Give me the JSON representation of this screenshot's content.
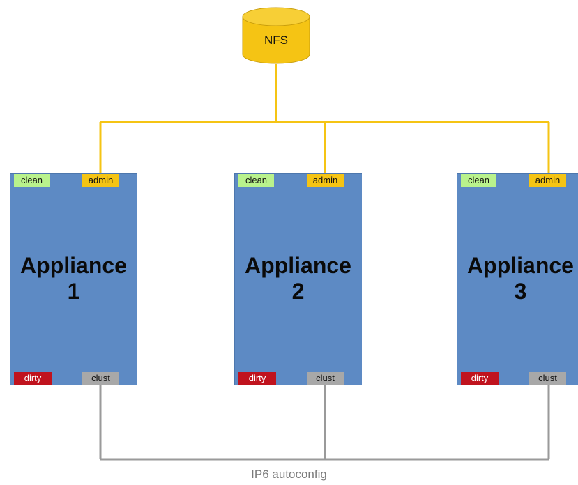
{
  "nfs": {
    "label": "NFS"
  },
  "appliances": [
    {
      "title_line1": "Appliance",
      "title_line2": "1",
      "tags": {
        "clean": "clean",
        "admin": "admin",
        "dirty": "dirty",
        "clust": "clust"
      }
    },
    {
      "title_line1": "Appliance",
      "title_line2": "2",
      "tags": {
        "clean": "clean",
        "admin": "admin",
        "dirty": "dirty",
        "clust": "clust"
      }
    },
    {
      "title_line1": "Appliance",
      "title_line2": "3",
      "tags": {
        "clean": "clean",
        "admin": "admin",
        "dirty": "dirty",
        "clust": "clust"
      }
    }
  ],
  "network": {
    "label": "IP6 autoconfig"
  },
  "colors": {
    "storage": "#f5c414",
    "appliance": "#5d8ac4",
    "clean": "#b9f28c",
    "admin": "#f5c414",
    "dirty": "#c0131e",
    "clust": "#a8a8a8",
    "admin_link": "#f5c414",
    "cluster_link": "#9a9a9a"
  }
}
